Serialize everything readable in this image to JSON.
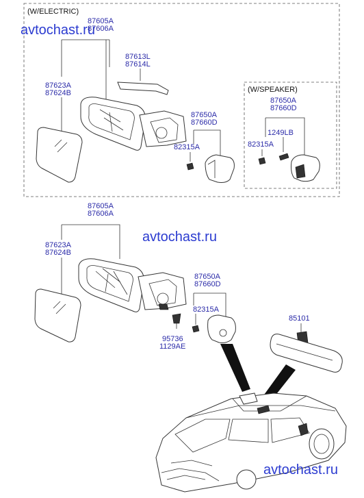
{
  "watermark": "avtochast.ru",
  "electric_section": {
    "header": "(W/ELECTRIC)",
    "housing_codes": [
      "87605A",
      "87606A"
    ],
    "glass_codes": [
      "87623A",
      "87624B"
    ],
    "cover_codes": [
      "87613L",
      "87614L"
    ],
    "cap_codes": [
      "87650A",
      "87660D"
    ],
    "screw_code": "82315A"
  },
  "speaker_section": {
    "header": "(W/SPEAKER)",
    "cap_codes": [
      "87650A",
      "87660D"
    ],
    "bolt_code": "1249LB",
    "screw_code": "82315A"
  },
  "standard_section": {
    "housing_codes": [
      "87605A",
      "87606A"
    ],
    "glass_codes": [
      "87623A",
      "87624B"
    ],
    "cap_codes": [
      "87650A",
      "87660D"
    ],
    "screw_code": "82315A",
    "fastener_codes": [
      "95736",
      "1129AE"
    ]
  },
  "inside_mirror_code": "85101"
}
